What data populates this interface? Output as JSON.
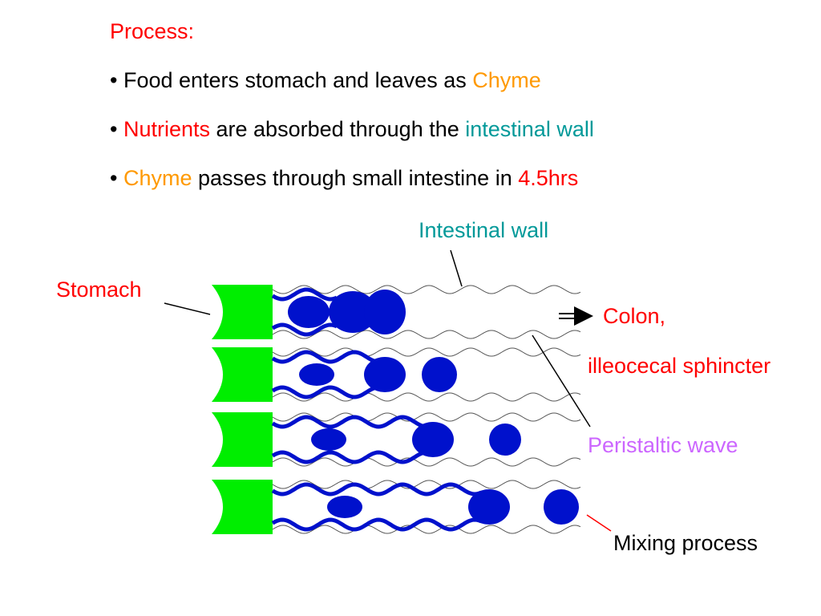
{
  "colors": {
    "red": "#ff0000",
    "orange": "#ff9900",
    "teal": "#009999",
    "violet": "#cc66ff",
    "black": "#000000",
    "stomach_green": "#00ee00",
    "chyme_blue": "#0011cc",
    "wall_gray": "#555555"
  },
  "title": "Process:",
  "bullets": [
    {
      "marker": "•",
      "pre": "",
      "part1": "Food enters stomach and leaves as ",
      "part2": "Chyme",
      "part3": "",
      "part4": ""
    },
    {
      "marker": "•",
      "part1": "Nutrients",
      "part2": " are absorbed through the ",
      "part3": "intestinal wall"
    },
    {
      "marker": "•",
      "part1": "Chyme",
      "part2": " passes through small intestine in ",
      "part3": "4.5hrs"
    }
  ],
  "labels": {
    "stomach": "Stomach",
    "intestinal_wall": "Intestinal wall",
    "colon": "Colon,",
    "sphincter": "illeocecal sphincter",
    "peristaltic": "Peristaltic wave",
    "mixing": "Mixing process"
  },
  "icons": {
    "stomach_region": "green-stomach-block",
    "chyme_bolus": "blue-chyme-bolus",
    "flow_arrow": "right-arrow-icon"
  }
}
